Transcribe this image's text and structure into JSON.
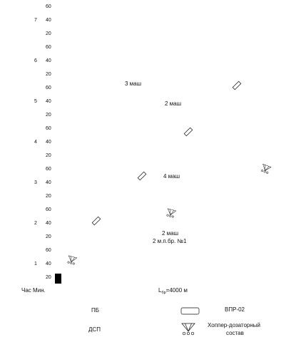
{
  "axis": {
    "header": "Час Мин.",
    "hours": [
      {
        "label": "1",
        "value": 1
      },
      {
        "label": "2",
        "value": 2
      },
      {
        "label": "3",
        "value": 3
      },
      {
        "label": "4",
        "value": 4
      },
      {
        "label": "5",
        "value": 5
      },
      {
        "label": "6",
        "value": 6
      },
      {
        "label": "7",
        "value": 7
      }
    ],
    "minute_ticks": [
      {
        "label": "20",
        "h": 1,
        "m": 20
      },
      {
        "label": "40",
        "h": 1,
        "m": 40
      },
      {
        "label": "60",
        "h": 1,
        "m": 60
      },
      {
        "label": "20",
        "h": 2,
        "m": 20
      },
      {
        "label": "40",
        "h": 2,
        "m": 40
      },
      {
        "label": "60",
        "h": 2,
        "m": 60
      },
      {
        "label": "20",
        "h": 3,
        "m": 20
      },
      {
        "label": "40",
        "h": 3,
        "m": 40
      },
      {
        "label": "60",
        "h": 3,
        "m": 60
      },
      {
        "label": "20",
        "h": 4,
        "m": 20
      },
      {
        "label": "40",
        "h": 4,
        "m": 40
      },
      {
        "label": "60",
        "h": 4,
        "m": 60
      },
      {
        "label": "20",
        "h": 5,
        "m": 20
      },
      {
        "label": "40",
        "h": 5,
        "m": 40
      },
      {
        "label": "60",
        "h": 5,
        "m": 60
      },
      {
        "label": "20",
        "h": 6,
        "m": 20
      },
      {
        "label": "40",
        "h": 6,
        "m": 40
      },
      {
        "label": "60",
        "h": 6,
        "m": 60
      },
      {
        "label": "20",
        "h": 7,
        "m": 20
      },
      {
        "label": "40",
        "h": 7,
        "m": 40
      },
      {
        "label": "60",
        "h": 7,
        "m": 60
      }
    ]
  },
  "labels": {
    "m3": "3 маш",
    "m2a": "2 маш",
    "m4": "4 маш",
    "m2b": "2 маш",
    "m2b_sub": "2 м.п.бр. №1",
    "distance_prefix": "L",
    "distance_sub": "бр",
    "distance_suffix": "=4000 м"
  },
  "legend": {
    "pb": "ПБ",
    "vpr": "ВПР-02",
    "dsp": "ДСП",
    "hopper_line1": "Хоппер-дозаторный",
    "hopper_line2": "состав"
  }
}
